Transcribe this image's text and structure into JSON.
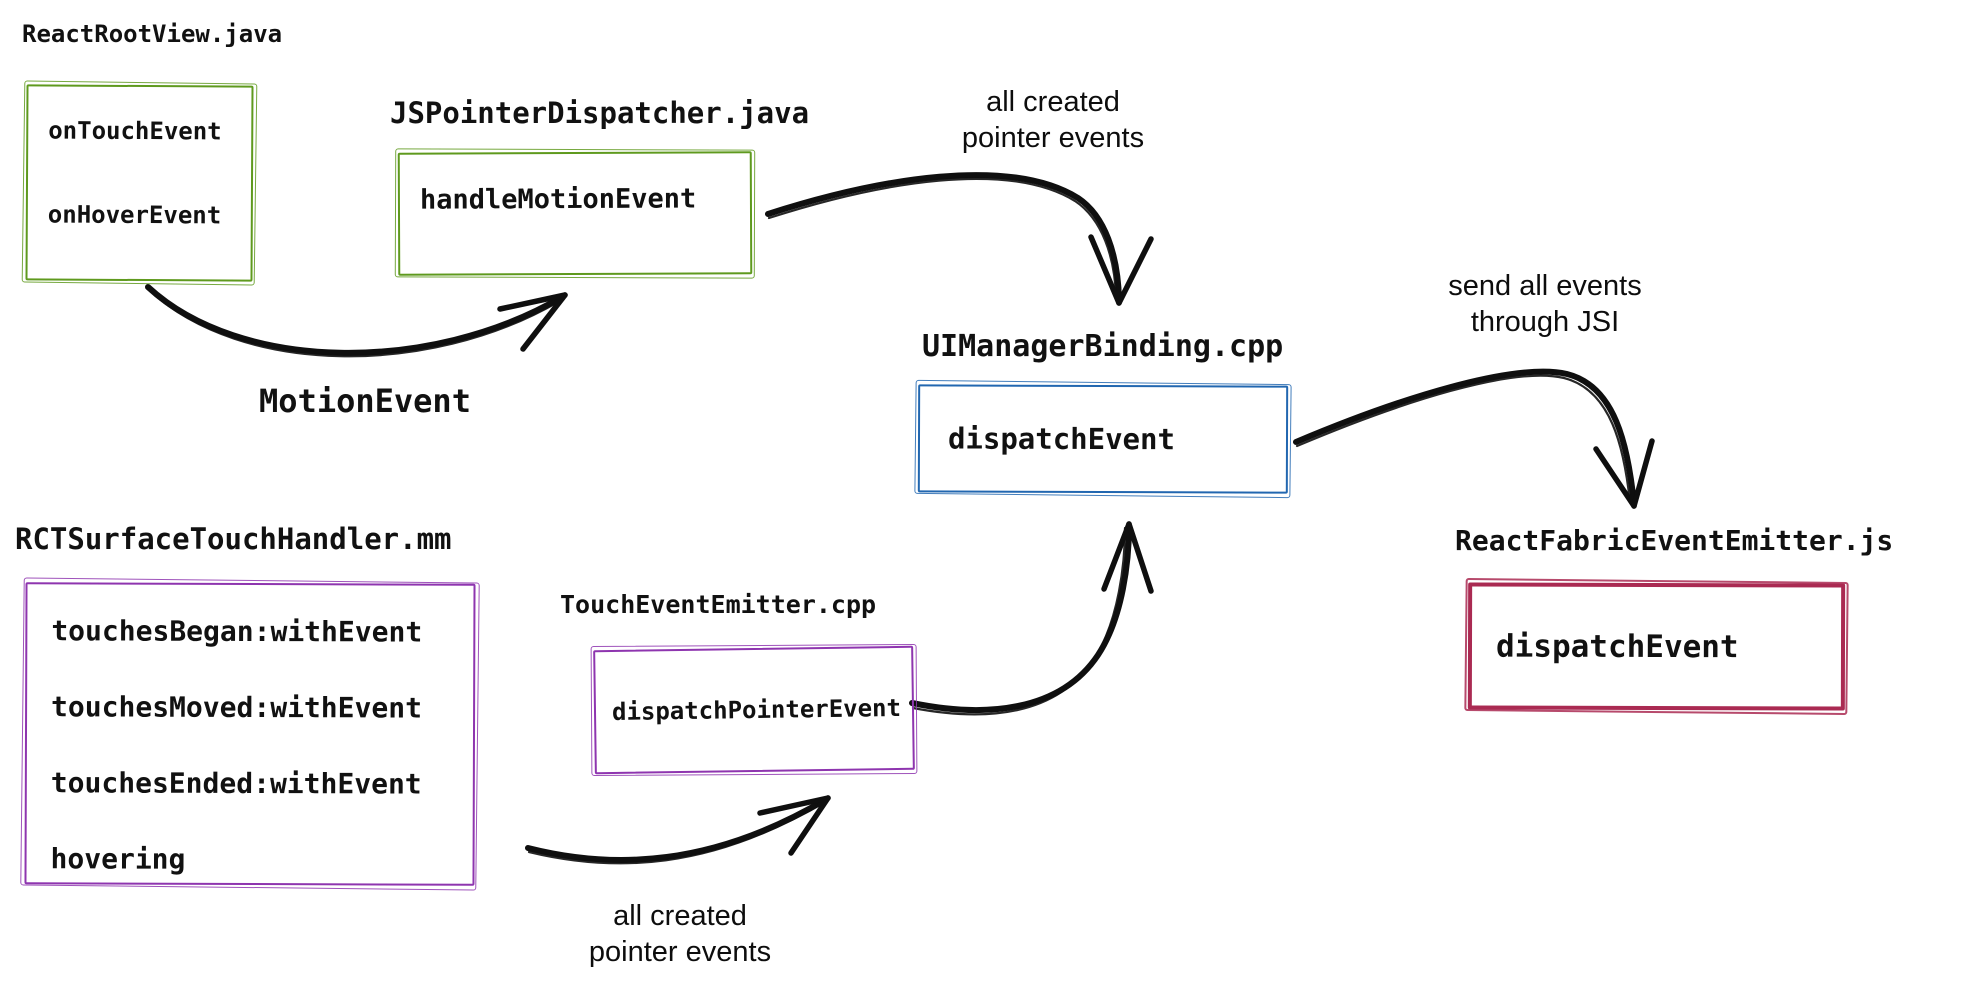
{
  "diagram": {
    "description": "React Native Fabric pointer events flow diagram",
    "nodes": {
      "react_root_view": {
        "title": "ReactRootView.java",
        "methods": [
          "onTouchEvent",
          "onHoverEvent"
        ],
        "accent": "green"
      },
      "js_pointer_dispatcher": {
        "title": "JSPointerDispatcher.java",
        "methods": [
          "handleMotionEvent"
        ],
        "accent": "green"
      },
      "ui_manager_binding": {
        "title": "UIManagerBinding.cpp",
        "methods": [
          "dispatchEvent"
        ],
        "accent": "blue"
      },
      "react_fabric_event_emitter": {
        "title": "ReactFabricEventEmitter.js",
        "methods": [
          "dispatchEvent"
        ],
        "accent": "crimson"
      },
      "rct_surface_touch_handler": {
        "title": "RCTSurfaceTouchHandler.mm",
        "methods": [
          "touchesBegan:withEvent",
          "touchesMoved:withEvent",
          "touchesEnded:withEvent",
          "hovering"
        ],
        "accent": "purple"
      },
      "touch_event_emitter": {
        "title": "TouchEventEmitter.cpp",
        "methods": [
          "dispatchPointerEvent"
        ],
        "accent": "purple"
      }
    },
    "labels": {
      "motion_event": "MotionEvent",
      "top_pointer_events_line1": "all created",
      "top_pointer_events_line2": "pointer events",
      "jsi_line1": "send all events",
      "jsi_line2": "through JSI",
      "bottom_pointer_events_line1": "all created",
      "bottom_pointer_events_line2": "pointer events"
    },
    "edges": [
      {
        "from": "ReactRootView.java",
        "to": "JSPointerDispatcher.java",
        "label": "MotionEvent"
      },
      {
        "from": "JSPointerDispatcher.java",
        "to": "UIManagerBinding.cpp",
        "label": "all created pointer events"
      },
      {
        "from": "UIManagerBinding.cpp",
        "to": "ReactFabricEventEmitter.js",
        "label": "send all events through JSI"
      },
      {
        "from": "RCTSurfaceTouchHandler.mm",
        "to": "TouchEventEmitter.cpp",
        "label": "all created pointer events"
      },
      {
        "from": "TouchEventEmitter.cpp",
        "to": "UIManagerBinding.cpp",
        "label": ""
      }
    ]
  },
  "colors": {
    "green": "#5f9a1e",
    "blue": "#2267b0",
    "purple": "#8e35af",
    "crimson": "#aa2a52",
    "ink": "#0f0f0f"
  }
}
